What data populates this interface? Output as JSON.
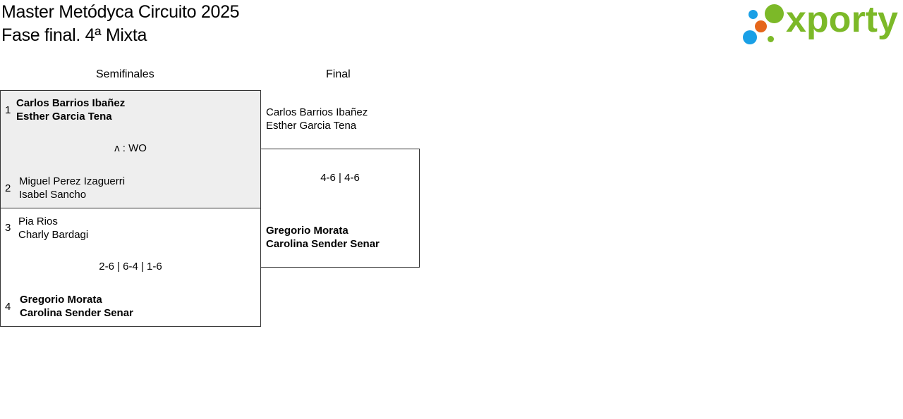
{
  "header": {
    "title_line1": "Master Metódyca Circuito 2025",
    "title_line2": "Fase final. 4ª Mixta"
  },
  "logo": {
    "text": "xporty",
    "colors": {
      "green": "#7cb928",
      "blue": "#1aa0e6",
      "orange": "#e5671b"
    }
  },
  "rounds": [
    {
      "label": "Semifinales"
    },
    {
      "label": "Final"
    }
  ],
  "semifinals": [
    {
      "top": {
        "seed": "1",
        "player1": "Carlos Barrios Ibañez",
        "player2": "Esther Garcia Tena",
        "winner": true
      },
      "score": "ʌ : WO",
      "bottom": {
        "seed": "2",
        "player1": "Miguel Perez Izaguerri",
        "player2": "Isabel Sancho",
        "winner": false
      }
    },
    {
      "top": {
        "seed": "3",
        "player1": "Pia Rios",
        "player2": "Charly Bardagi",
        "winner": false
      },
      "score": "2-6 | 6-4 | 1-6",
      "bottom": {
        "seed": "4",
        "player1": "Gregorio Morata",
        "player2": "Carolina Sender Senar",
        "winner": true
      }
    }
  ],
  "final": {
    "top": {
      "player1": "Carlos Barrios Ibañez",
      "player2": "Esther Garcia Tena",
      "winner": false
    },
    "score": "4-6 | 4-6",
    "bottom": {
      "player1": "Gregorio Morata",
      "player2": "Carolina Sender Senar",
      "winner": true
    }
  }
}
